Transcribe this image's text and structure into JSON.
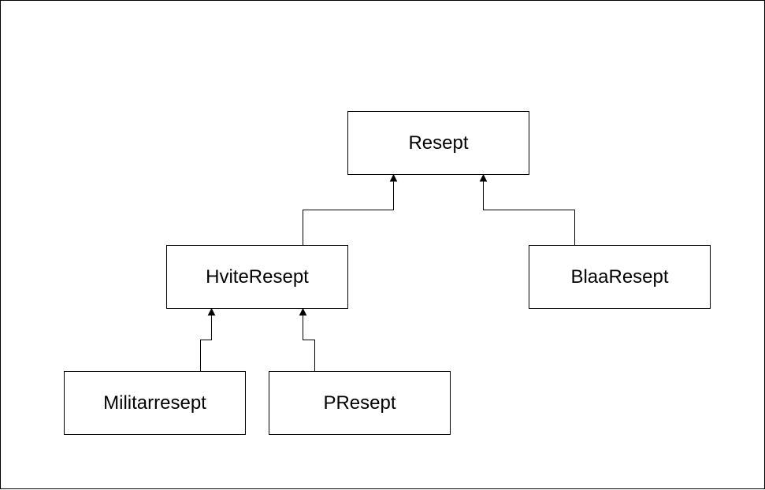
{
  "diagram": {
    "nodes": {
      "resept": "Resept",
      "hvite_resept": "HviteResept",
      "blaa_resept": "BlaaResept",
      "militarresept": "Militarresept",
      "presept": "PResept"
    },
    "edges": [
      {
        "from": "HviteResept",
        "to": "Resept"
      },
      {
        "from": "BlaaResept",
        "to": "Resept"
      },
      {
        "from": "Militarresept",
        "to": "HviteResept"
      },
      {
        "from": "PResept",
        "to": "HviteResept"
      }
    ],
    "colors": {
      "stroke": "#000000",
      "fill": "#ffffff",
      "text": "#000000"
    }
  }
}
